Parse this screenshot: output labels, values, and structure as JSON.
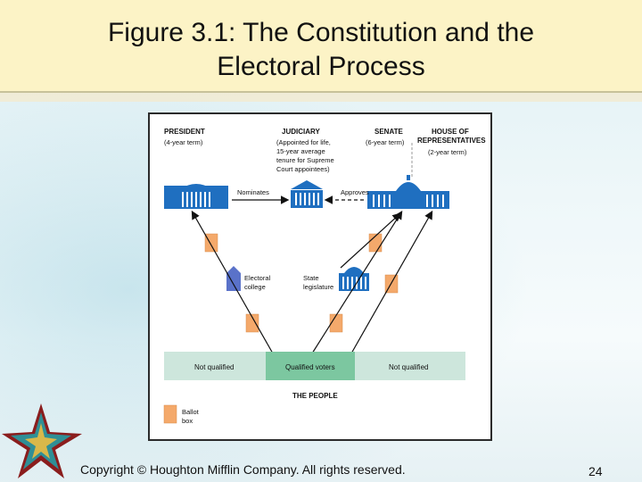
{
  "slide": {
    "title_line1": "Figure 3.1: The Constitution and the",
    "title_line2": "Electoral Process",
    "copyright": "Copyright © Houghton Mifflin Company. All rights reserved.",
    "page_number": "24"
  },
  "diagram": {
    "president": {
      "label": "PRESIDENT",
      "term": "(4-year term)"
    },
    "judiciary": {
      "label": "JUDICIARY",
      "term_lines": [
        "(Appointed for life,",
        "15-year average",
        "tenure for Supreme",
        "Court appointees)"
      ]
    },
    "senate": {
      "label": "SENATE",
      "term": "(6-year term)"
    },
    "house": {
      "label_lines": [
        "HOUSE OF",
        "REPRESENTATIVES"
      ],
      "term": "(2-year term)"
    },
    "nominates": "Nominates",
    "approves": "Approves",
    "electoral_college": [
      "Electoral",
      "college"
    ],
    "state_legislature": [
      "State",
      "legislature"
    ],
    "people_bar": [
      "Not qualified",
      "Qualified voters",
      "Not qualified"
    ],
    "the_people": "THE PEOPLE",
    "legend": [
      "Ballot",
      "box"
    ],
    "colors": {
      "blue": "#1f6fc0",
      "purple_blue": "#5a72c9",
      "ballot": "#f4a96b",
      "bar_light": "#cde6dc",
      "bar_green": "#7cc7a0"
    }
  }
}
